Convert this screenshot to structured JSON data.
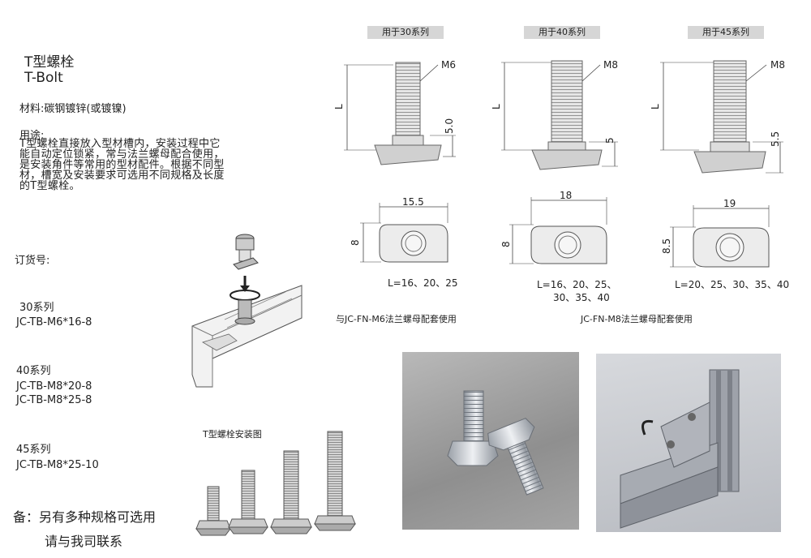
{
  "title_cn": "T型螺栓",
  "title_en": "T-Bolt",
  "material": "材料:碳钢镀锌(或镀镍)",
  "usage_heading": "用途:",
  "usage_lines": [
    "T型螺栓直接放入型材槽内，安装过程中它",
    "能自动定位锁紧，常与法兰螺母配合使用，",
    "是安装角件等常用的型材配件。根据不同型",
    "材，槽宽及安装要求可选用不同规格及长度",
    "的T型螺栓。"
  ],
  "order_heading": "订货号:",
  "order_groups": [
    {
      "series": "30系列",
      "codes": [
        "JC-TB-M6*16-8"
      ]
    },
    {
      "series": "40系列",
      "codes": [
        "JC-TB-M8*20-8",
        "JC-TB-M8*25-8"
      ]
    },
    {
      "series": "45系列",
      "codes": [
        "JC-TB-M8*25-10"
      ]
    }
  ],
  "note_line1": "备：另有多种规格可选用",
  "note_line2": "请与我司联系",
  "install_caption": "T型螺栓安装图",
  "drawings": [
    {
      "tag": "用于30系列",
      "thread": "M6",
      "length_label": "L",
      "head_h": "5.0",
      "width": "15.5",
      "height": "8",
      "lengths": [
        "L=16、20、25"
      ]
    },
    {
      "tag": "用于40系列",
      "thread": "M8",
      "length_label": "L",
      "head_h": "5",
      "width": "18",
      "height": "8",
      "lengths": [
        "L=16、20、25、",
        "30、35、40"
      ]
    },
    {
      "tag": "用于45系列",
      "thread": "M8",
      "length_label": "L",
      "head_h": "5.5",
      "width": "19",
      "height": "8.5",
      "lengths": [
        "L=20、25、30、35、40"
      ]
    }
  ],
  "pairing": [
    "与JC-FN-M6法兰螺母配套使用",
    "JC-FN-M8法兰螺母配套使用"
  ]
}
